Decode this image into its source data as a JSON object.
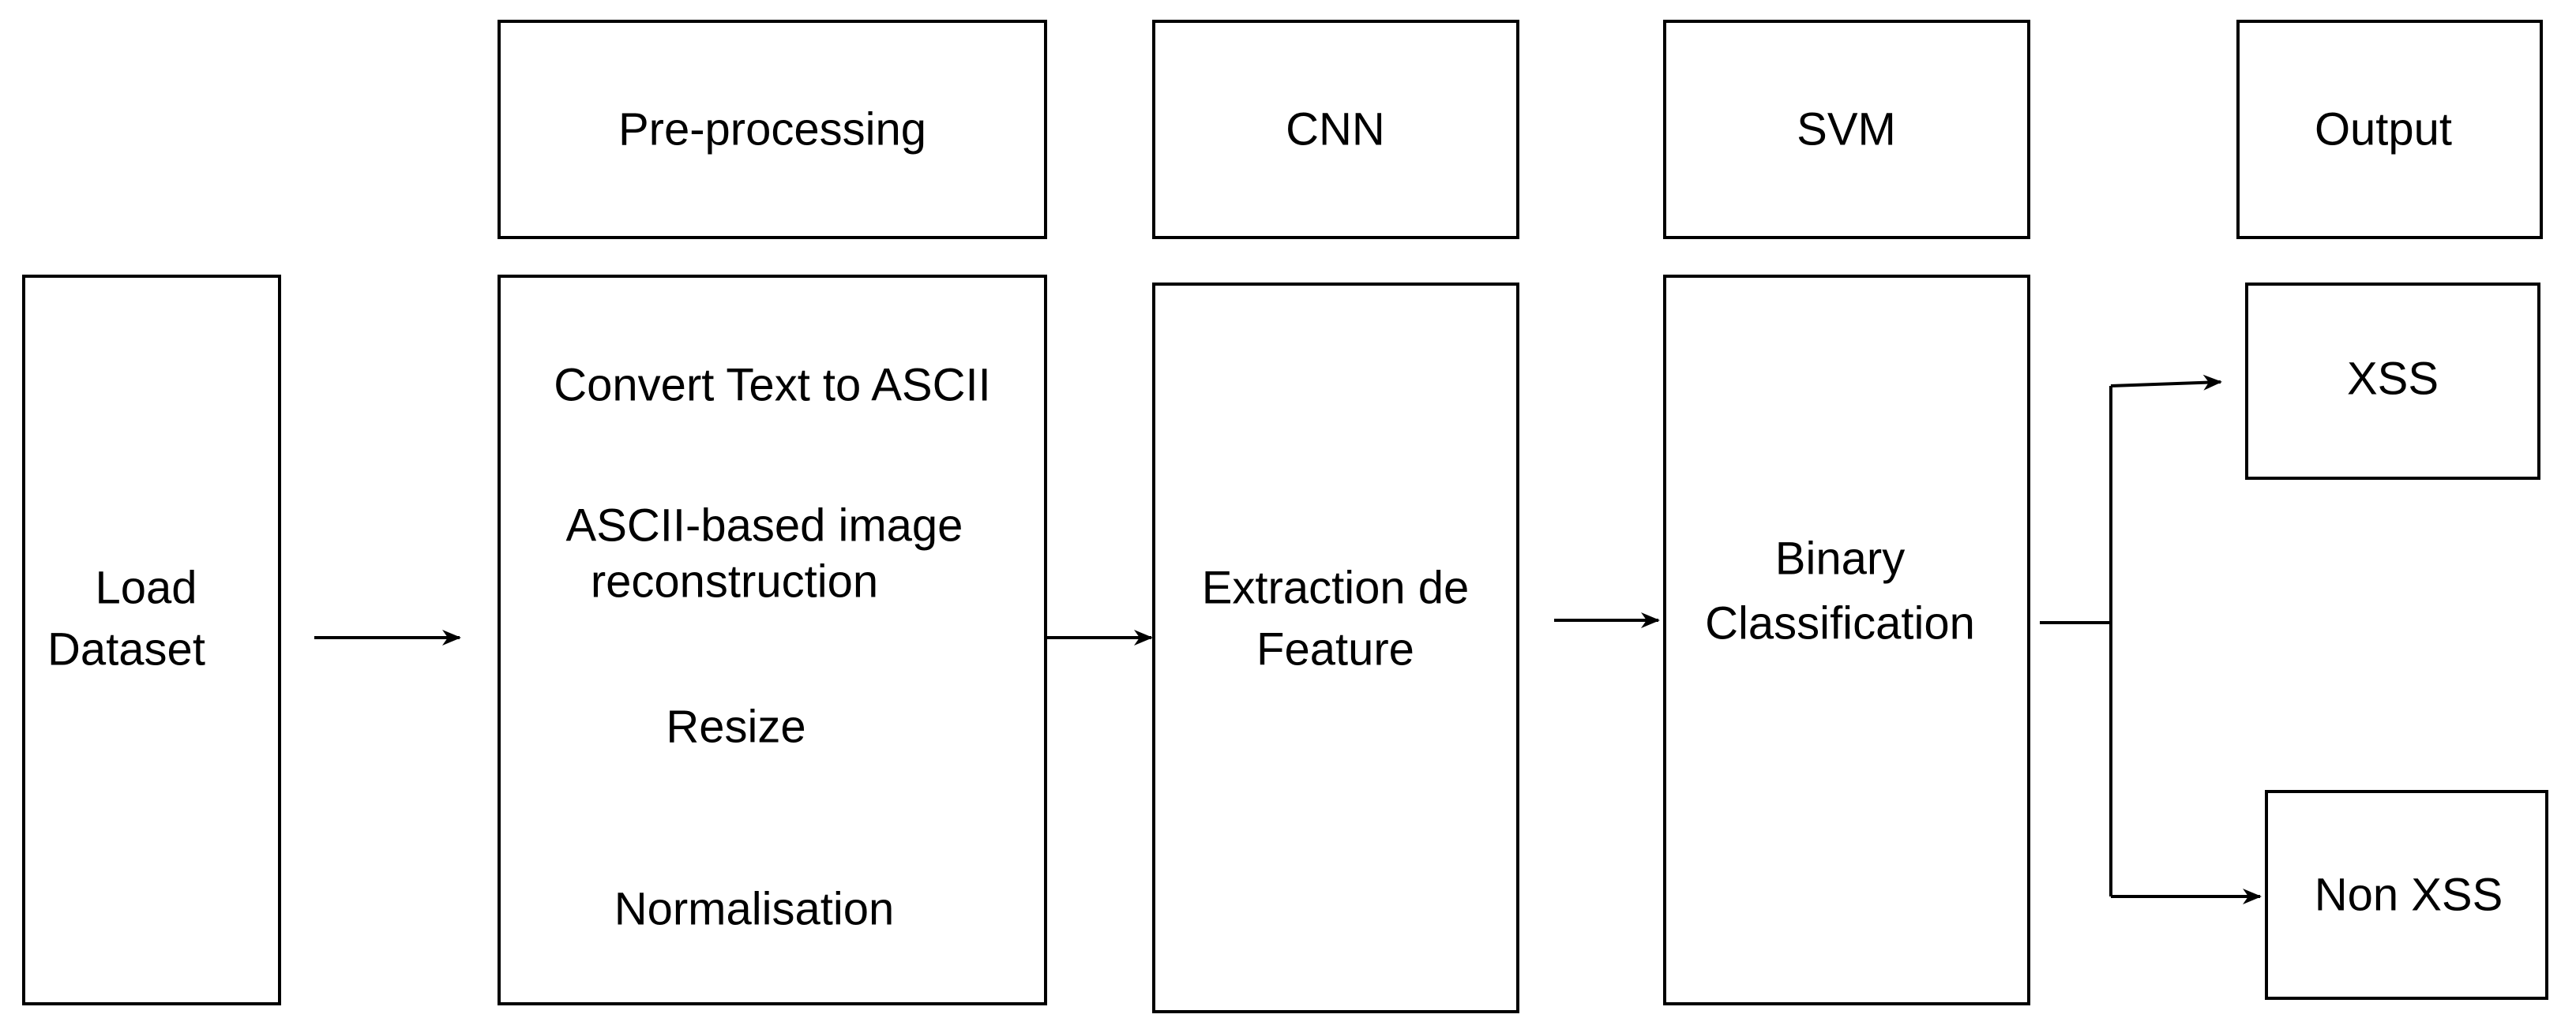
{
  "headers": {
    "preprocessing": "Pre-processing",
    "cnn": "CNN",
    "svm": "SVM",
    "output": "Output"
  },
  "load_dataset": {
    "line1": "Load",
    "line2": "Dataset"
  },
  "preprocessing_steps": {
    "convert": "Convert Text to ASCII",
    "reconstruction_line1": "ASCII-based image",
    "reconstruction_line2": "reconstruction",
    "resize": "Resize",
    "normalisation": "Normalisation"
  },
  "cnn_block": {
    "line1": "Extraction de",
    "line2": "Feature"
  },
  "svm_block": {
    "line1": "Binary",
    "line2": "Classification"
  },
  "outputs": {
    "xss": "XSS",
    "non_xss": "Non XSS"
  }
}
